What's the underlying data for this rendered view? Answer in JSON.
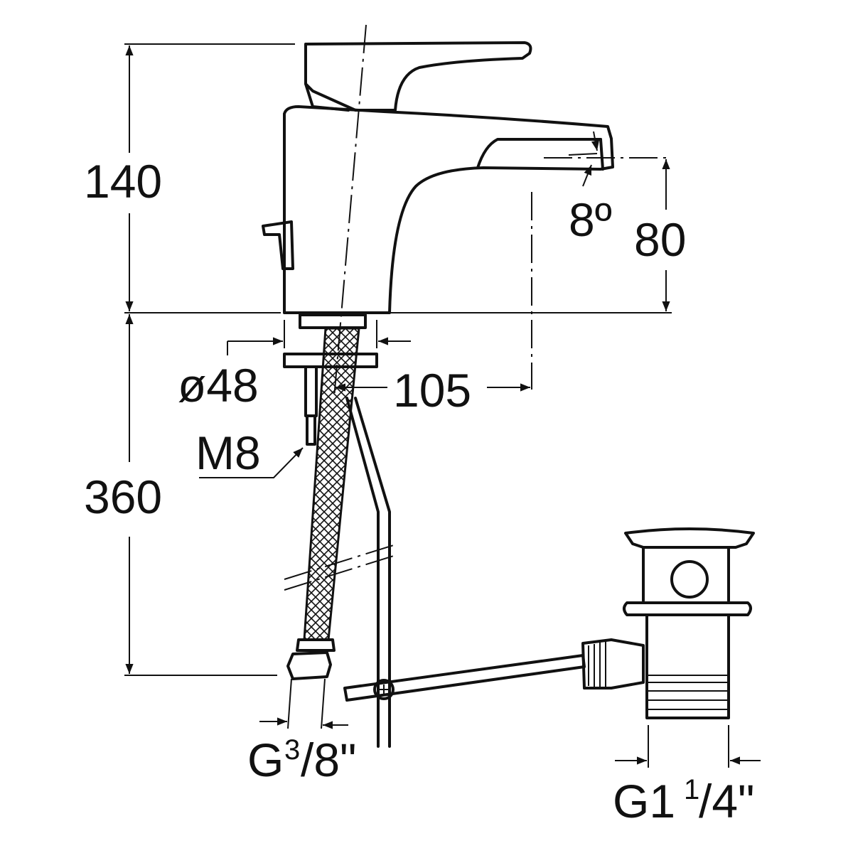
{
  "drawing": {
    "dimensions": {
      "height_top": "140",
      "height_bottom": "360",
      "spout_height": "80",
      "spout_angle": "8º",
      "base_diameter": "ø48",
      "spout_reach": "105",
      "stud_thread": "M8",
      "hose_connection_prefix": "G",
      "hose_connection_fraction_num": "3",
      "hose_connection_fraction_den": "/8\"",
      "waste_connection_prefix": "G1",
      "waste_connection_fraction_num": "1",
      "waste_connection_fraction_den": "/4\""
    }
  }
}
